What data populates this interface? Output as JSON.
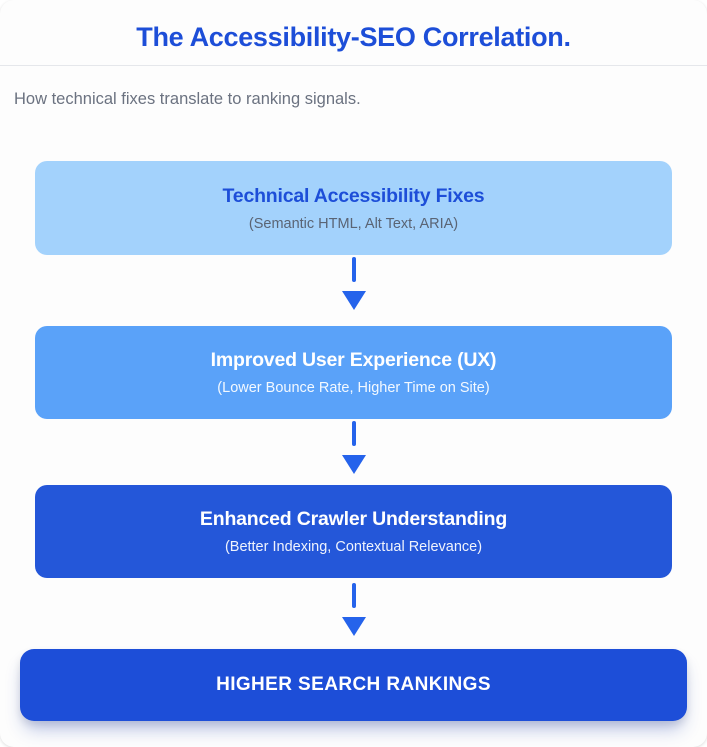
{
  "header": {
    "title": "The Accessibility-SEO Correlation.",
    "subtitle": "How technical fixes translate to ranking signals."
  },
  "flow": {
    "steps": [
      {
        "title": "Technical Accessibility Fixes",
        "subtitle": "(Semantic HTML, Alt Text, ARIA)"
      },
      {
        "title": "Improved User Experience (UX)",
        "subtitle": "(Lower Bounce Rate, Higher Time on Site)"
      },
      {
        "title": "Enhanced Crawler Understanding",
        "subtitle": "(Better Indexing, Contextual Relevance)"
      }
    ],
    "result": {
      "title": "HIGHER SEARCH RANKINGS"
    }
  },
  "colors": {
    "heading_blue": "#1d4ed8",
    "step1_bg": "#a3d2fc",
    "step2_bg": "#5aa2f9",
    "step3_bg": "#2457d9",
    "result_bg": "#1d4ed8",
    "arrow_blue": "#2563eb",
    "page_subtitle_gray": "#6b7280",
    "step1_subtitle_gray": "#5a6474",
    "divider_gray": "#e5e7eb"
  }
}
